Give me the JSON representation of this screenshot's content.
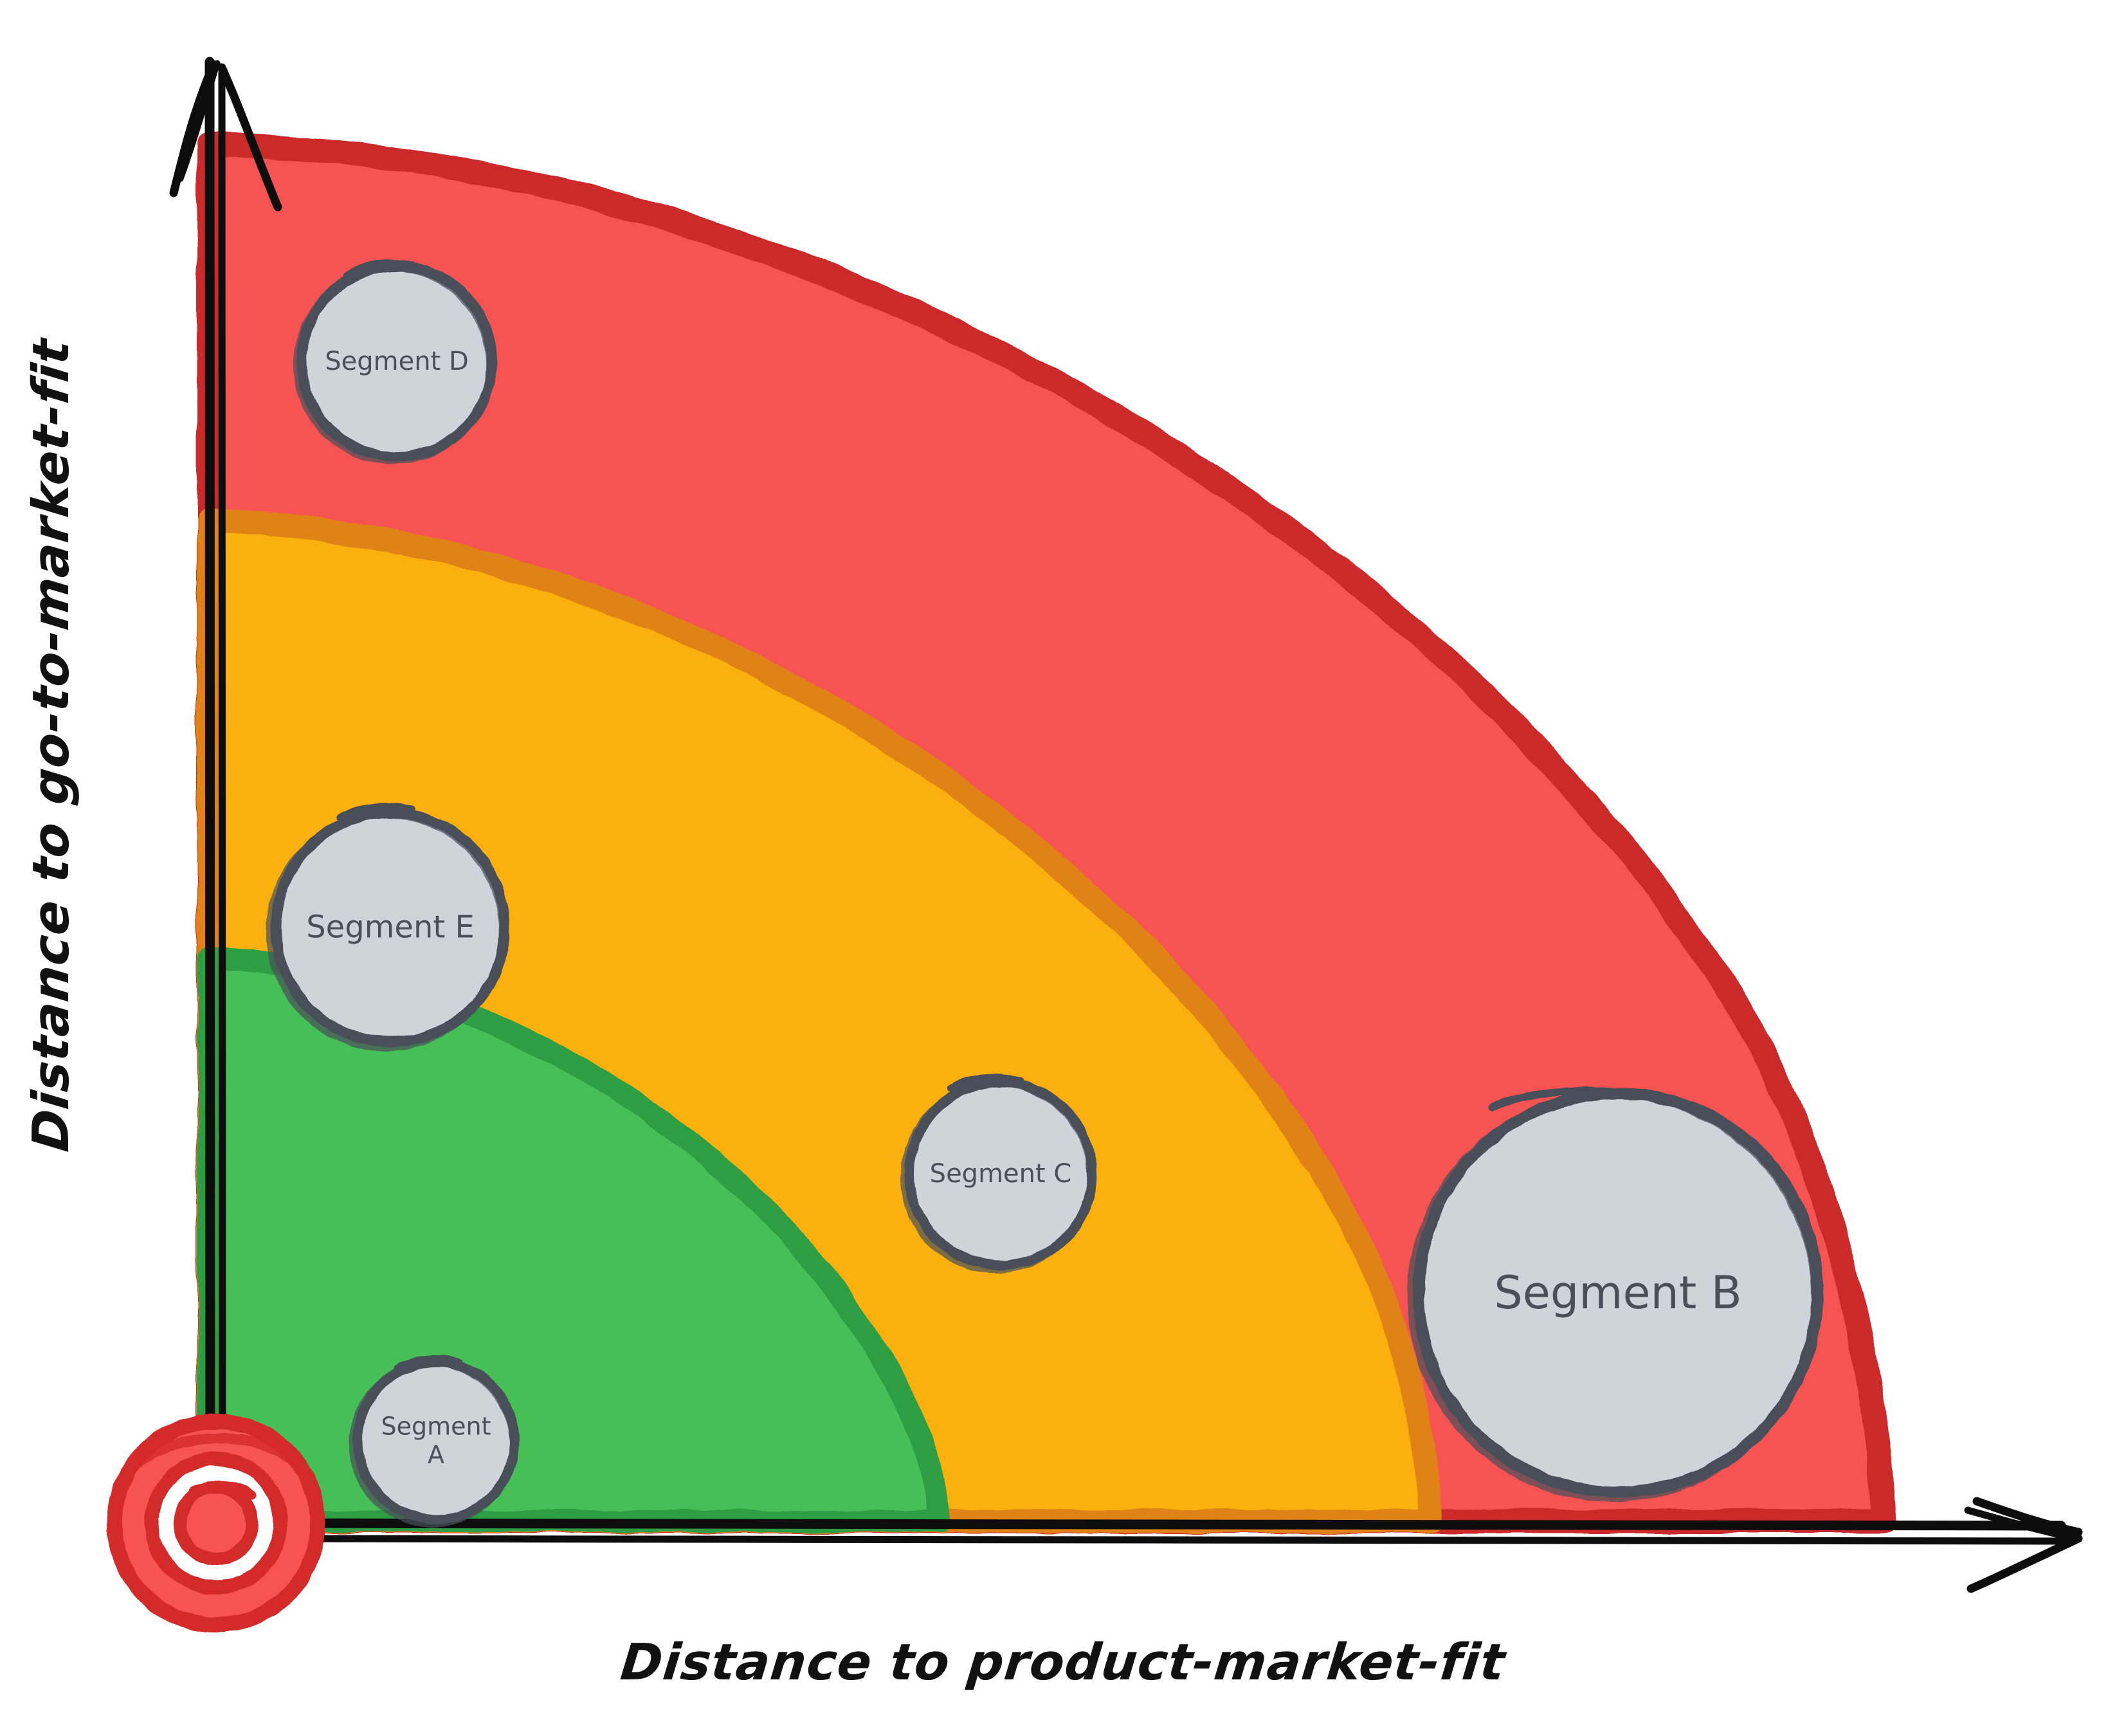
{
  "chart_data": {
    "type": "scatter",
    "title": "",
    "subtitle": "",
    "xlabel": "Distance to product-market-fit",
    "ylabel": "Distance to go-to-market-fit",
    "xlim": [
      0,
      100
    ],
    "ylim": [
      0,
      100
    ],
    "grid": false,
    "legend_position": "none",
    "style": "hand-drawn-sketch",
    "origin_marker": {
      "name": "target-bullseye",
      "label": "",
      "x": 0,
      "y": 0,
      "outer_color": "#f75353",
      "ring_color": "#ffffff",
      "stroke_color": "#d32b2b"
    },
    "zones": [
      {
        "name": "green-zone",
        "label": "",
        "radius": 48,
        "fill": "#44bf56",
        "stroke": "#2f9e44",
        "order": 1
      },
      {
        "name": "orange-zone",
        "label": "",
        "radius": 78,
        "fill": "#fbb007",
        "stroke": "#e08214",
        "order": 2
      },
      {
        "name": "red-zone",
        "label": "",
        "radius": 100,
        "fill": "#f75353",
        "stroke": "#cc2b2b",
        "order": 3
      }
    ],
    "bubble_fill": "#ced4da",
    "bubble_stroke": "#4a5058",
    "series": [
      {
        "name": "Segments",
        "points": [
          {
            "label": "Segment A",
            "x": 11,
            "y": 9,
            "size": 5,
            "zone": "green-zone",
            "label_lines": "Segment\nA"
          },
          {
            "label": "Segment B",
            "x": 82,
            "y": 22,
            "size": 12,
            "zone": "red-zone",
            "label_lines": "Segment B"
          },
          {
            "label": "Segment C",
            "x": 48,
            "y": 29,
            "size": 6,
            "zone": "orange-zone",
            "label_lines": "Segment C"
          },
          {
            "label": "Segment D",
            "x": 10,
            "y": 85,
            "size": 7,
            "zone": "red-zone",
            "label_lines": "Segment D"
          },
          {
            "label": "Segment E",
            "x": 9,
            "y": 53,
            "size": 8,
            "zone": "orange-zone",
            "label_lines": "Segment E"
          }
        ]
      }
    ]
  },
  "axes": {
    "x_label": "Distance to product-market-fit",
    "y_label": "Distance to go-to-market-fit",
    "x_arrow": "arrow-right-icon",
    "y_arrow": "arrow-up-icon",
    "stroke_color": "#0d0d0d"
  },
  "bubbles": {
    "a": "Segment\nA",
    "b": "Segment B",
    "c": "Segment C",
    "d": "Segment D",
    "e": "Segment E"
  }
}
